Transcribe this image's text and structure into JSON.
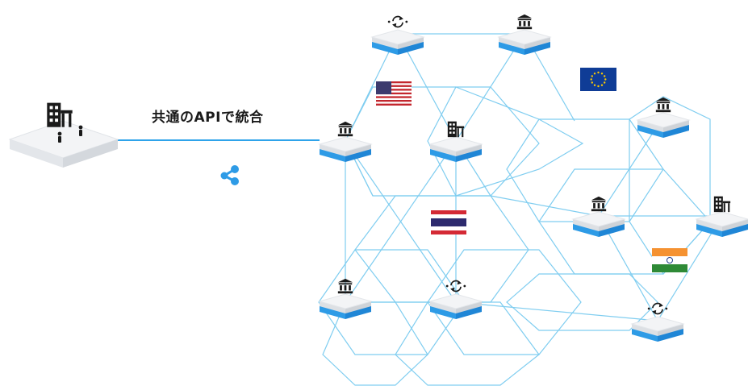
{
  "api_label": "共通のAPIで統合",
  "colors": {
    "line": "#7fcdf0",
    "connector": "#2ea3ea",
    "tile_top": "#f3f4f6",
    "tile_side": "#dde0e4",
    "tile_stripe": "#2e9be6",
    "icon": "#1a1a1a",
    "ripple_logo": "#2e9be6"
  },
  "nodes": [
    {
      "name": "node-exchange-top",
      "icon": "exchange-icon"
    },
    {
      "name": "node-bank-top",
      "icon": "bank-icon"
    },
    {
      "name": "node-bank-left",
      "icon": "bank-icon"
    },
    {
      "name": "node-corporate-center",
      "icon": "building-icon"
    },
    {
      "name": "node-bank-right-top",
      "icon": "bank-icon"
    },
    {
      "name": "node-bank-right-middle",
      "icon": "bank-icon"
    },
    {
      "name": "node-corporate-right",
      "icon": "building-icon"
    },
    {
      "name": "node-bank-bottom-left",
      "icon": "bank-icon"
    },
    {
      "name": "node-exchange-bottom-center",
      "icon": "exchange-icon"
    },
    {
      "name": "node-exchange-bottom-right",
      "icon": "exchange-icon"
    }
  ],
  "flags": [
    {
      "name": "flag-usa",
      "icon": "us-flag-icon"
    },
    {
      "name": "flag-eu",
      "icon": "eu-flag-icon"
    },
    {
      "name": "flag-thailand",
      "icon": "thailand-flag-icon"
    },
    {
      "name": "flag-india",
      "icon": "india-flag-icon"
    }
  ]
}
